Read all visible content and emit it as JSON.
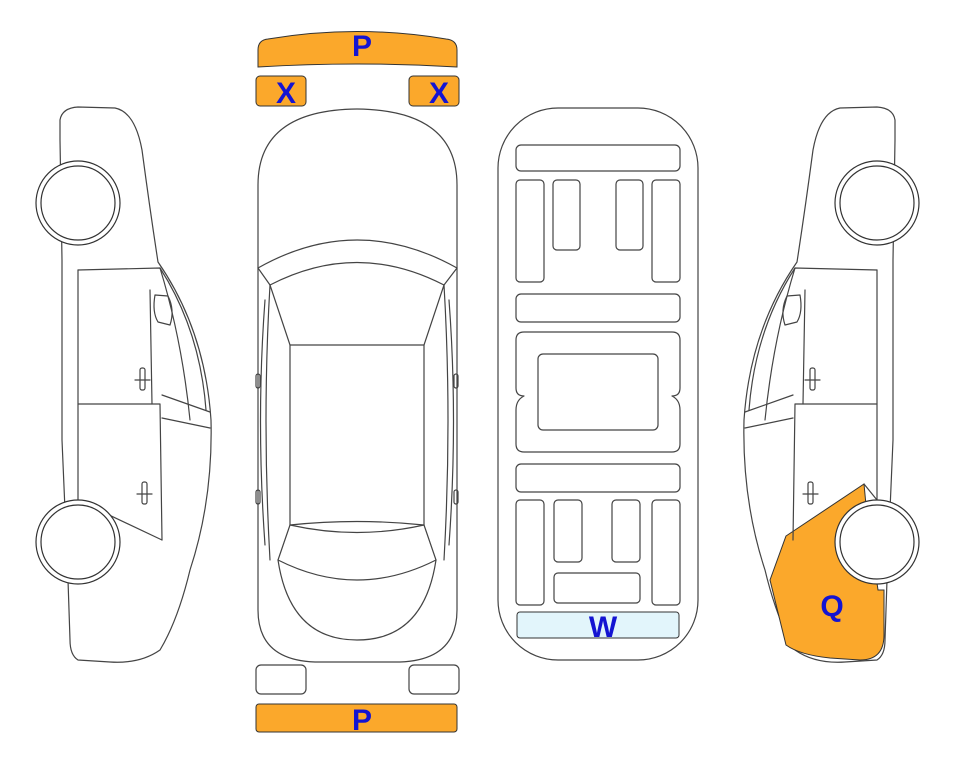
{
  "colors": {
    "damaged": "#FBA82B",
    "glass_mark": "#E2F5FB",
    "label": "#1414D2",
    "outline": "#444444"
  },
  "markers": {
    "front_bumper": "P",
    "rear_bumper": "P",
    "left_mirror": "X",
    "right_mirror": "X",
    "rear_window": "W",
    "right_rear_panel": "Q"
  }
}
